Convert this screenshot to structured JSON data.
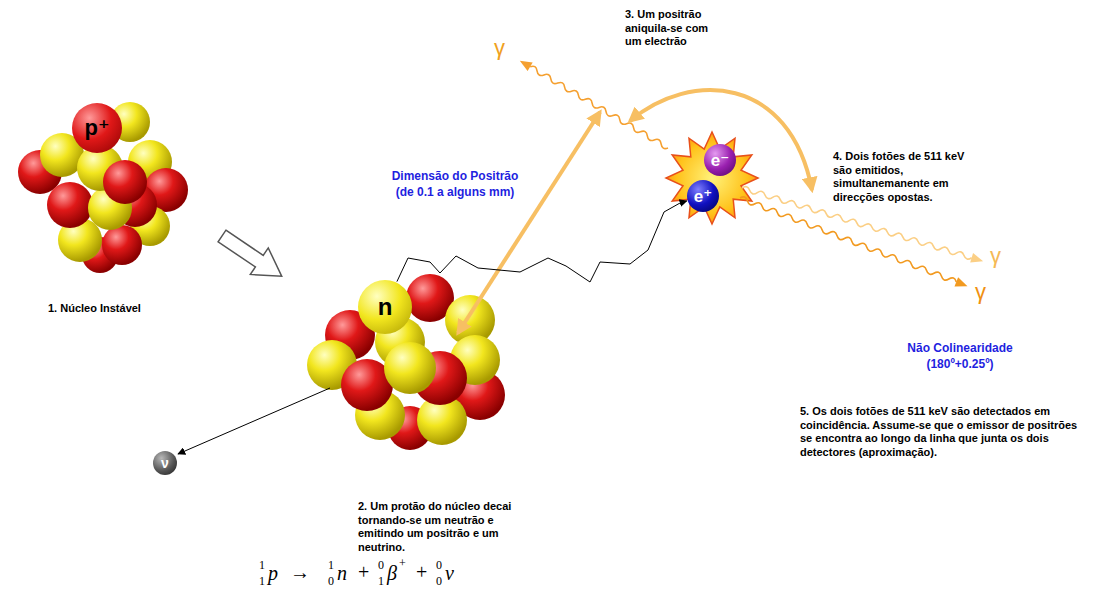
{
  "diagram": {
    "nodes": [
      {
        "text": [
          "p⁺"
        ]
      },
      {
        "text": [
          "n"
        ]
      },
      {
        "text": [
          "ν"
        ]
      },
      {
        "text": [
          "e⁻"
        ]
      },
      {
        "text": [
          "e⁺"
        ]
      }
    ],
    "edges": [
      {
        "from": 1,
        "to": 4,
        "arrow": "to"
      }
    ],
    "labels": [
      "3. Um positrão aniquila-se com um electrão",
      "γ",
      "Dimensão do Positrão (de 0.1 a alguns mm)",
      "4. Dois fotões de 511 keV são emitidos, simultanemanente em direcções opostas.",
      "γ",
      "γ",
      "Não Colinearidade (180º+0.25º)",
      "5. Os dois fotões de 511 keV são detectados em coincidência. Assume-se que o emissor de positrões se encontra ao longo da linha que junta os dois detectores (aproximação).",
      "1. Núcleo Instável",
      "2. Um protão do núcleo decai tornando-se um neutrão e emitindo um positrão e um neutrino.",
      "1",
      "1",
      "p",
      "→",
      "1",
      "0",
      "n",
      "+",
      "0",
      "1",
      "β",
      "+",
      "+",
      "0",
      "0",
      "ν"
    ]
  }
}
